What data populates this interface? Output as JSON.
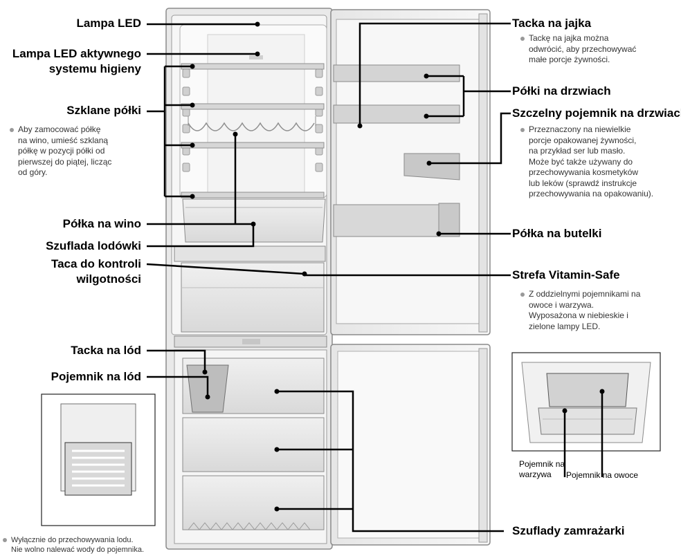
{
  "labels": {
    "lampa_led": "Lampa LED",
    "lampa_higieny_1": "Lampa LED aktywnego",
    "lampa_higieny_2": "systemu higieny",
    "szklane_polki": "Szklane półki",
    "polka_wino": "Półka na wino",
    "szuflada_lodowki": "Szuflada lodówki",
    "taca_1": "Taca do kontroli",
    "taca_2": "wilgotności",
    "tacka_lod": "Tacka na lód",
    "pojemnik_lod": "Pojemnik na lód",
    "tacka_jajka": "Tacka na jajka",
    "polki_drzwi": "Półki na drzwiach",
    "szczelny": "Szczelny pojemnik na drzwiach",
    "polka_butelki": "Półka na butelki",
    "strefa": "Strefa Vitamin-Safe",
    "szuflady": "Szuflady zamrażarki"
  },
  "notes": {
    "szklane": [
      "Aby zamocować półkę",
      "na wino, umieść szklaną",
      "półkę w pozycji półki od",
      "pierwszej do piątej, licząc",
      "od góry."
    ],
    "jajka": [
      "Tackę na jajka można",
      "odwrócić, aby przechowywać",
      "małe porcje żywności."
    ],
    "szczelny": [
      "Przeznaczony na niewielkie",
      "porcje opakowanej żywności,",
      "na przykład ser lub masło.",
      "Może być także używany do",
      "przechowywania kosmetyków",
      "lub leków (sprawdź instrukcje",
      "przechowywania na opakowaniu)."
    ],
    "strefa": [
      "Z oddzielnymi pojemnikami na",
      "owoce i warzywa.",
      "Wyposażona w niebieskie i",
      "zielone lampy LED."
    ],
    "lod": [
      "Wyłącznie do przechowywania lodu.",
      "Nie wolno nalewać wody do pojemnika."
    ]
  },
  "captions": {
    "warzywa_1": "Pojemnik na",
    "warzywa_2": "warzywa",
    "owoce": "Pojemnik na owoce"
  },
  "colors": {
    "line": "#000000",
    "fridge_outline": "#8a8a8a",
    "fridge_fill": "#f1f1f1",
    "shelf": "#b5b5b5",
    "dot": "#9a9a9a"
  }
}
